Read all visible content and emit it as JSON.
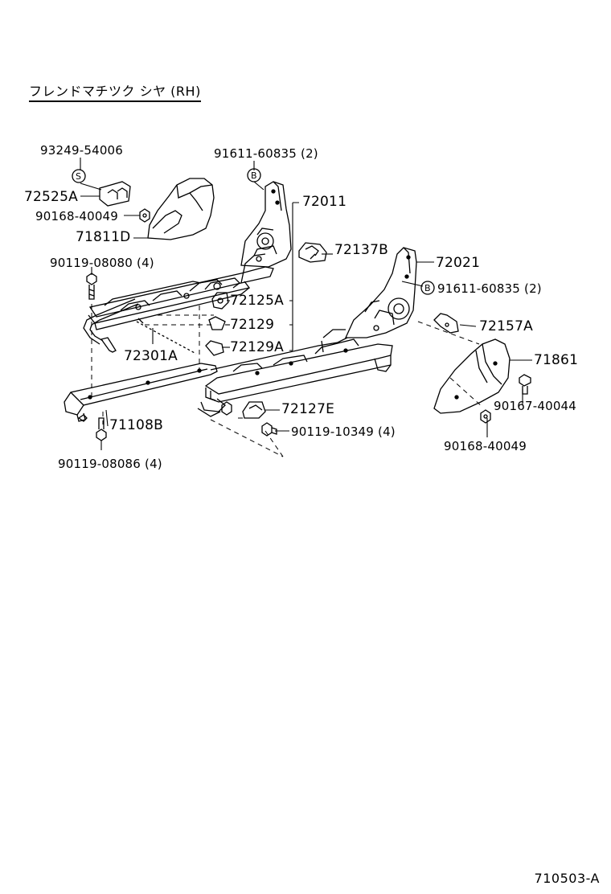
{
  "title": "フレンドマチツク シヤ (RH)",
  "diagram_code": "710503-A",
  "parts": {
    "p93249": "93249-54006",
    "p72525A": "72525A",
    "p90168a": "90168-40049",
    "p71811D": "71811D",
    "p90119a": "90119-08080 (4)",
    "p72301A": "72301A",
    "p71108B": "71108B",
    "p90119b": "90119-08086 (4)",
    "p91611a": "91611-60835 (2)",
    "p72011": "72011",
    "p72137B": "72137B",
    "p72125A": "72125A",
    "p72129": "72129",
    "p72129A": "72129A",
    "p72021": "72021",
    "p91611b": "91611-60835 (2)",
    "p72157A": "72157A",
    "p71861": "71861",
    "p90167": "90167-40044",
    "p90168b": "90168-40049",
    "p72127E": "72127E",
    "p90119c": "90119-10349 (4)"
  },
  "markers": {
    "s": "S",
    "b1": "B",
    "b2": "B"
  }
}
